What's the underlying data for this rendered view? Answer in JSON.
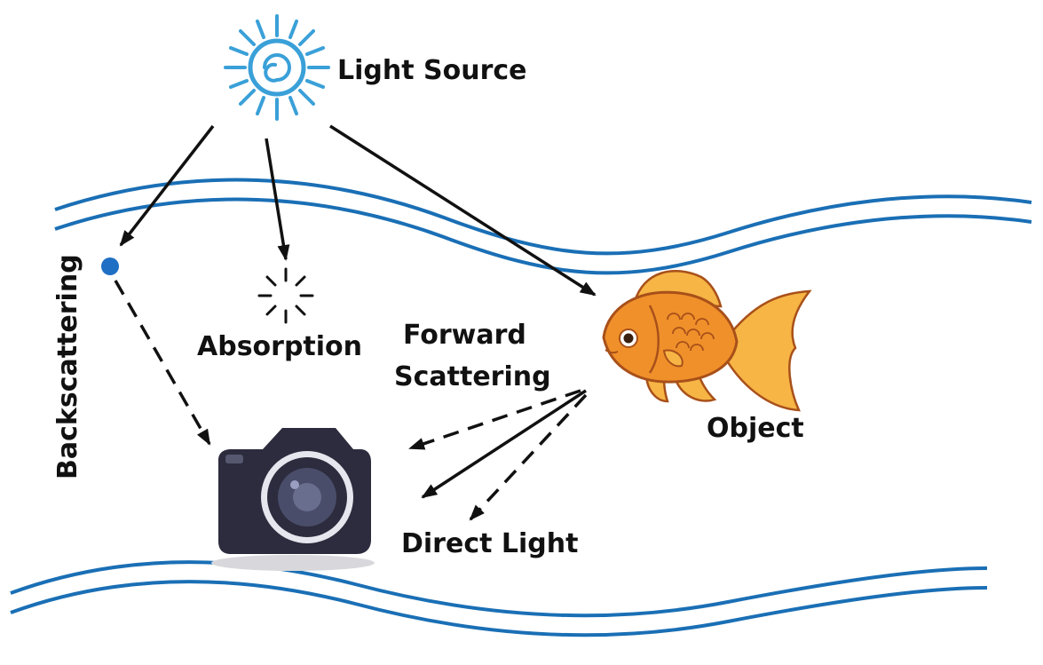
{
  "labels": {
    "light_source": "Light Source",
    "absorption": "Absorption",
    "forward_scattering_line1": "Forward",
    "forward_scattering_line2": "Scattering",
    "object": "Object",
    "direct_light": "Direct Light",
    "backscattering": "Backscattering"
  },
  "colors": {
    "water": "#1a6fb5",
    "sun": "#3aa0d8",
    "arrow": "#111111",
    "particle": "#1f6fc4",
    "fish_body": "#f0902a",
    "fish_fin": "#f6b545",
    "fish_outline": "#a8501a",
    "camera_body": "#2c2c3e",
    "camera_lens_ring": "#e6e6ee",
    "camera_lens": "#4a4d6a"
  },
  "icons": {
    "sun": "sun-icon",
    "fish": "goldfish-icon",
    "camera": "camera-icon",
    "absorption": "absorption-burst-icon",
    "particle": "particle-dot-icon"
  }
}
